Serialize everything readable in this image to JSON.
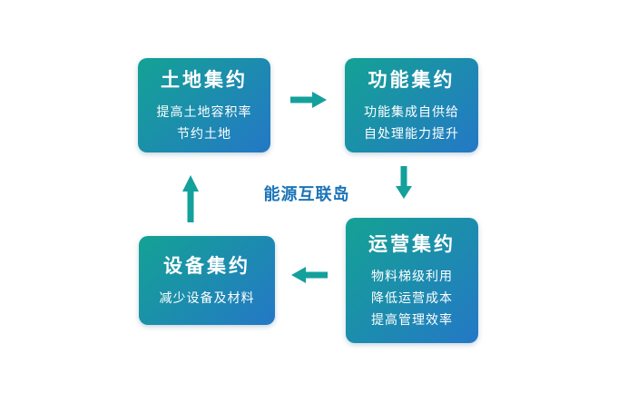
{
  "diagram": {
    "center_label": "能源互联岛",
    "colors": {
      "gradient_start": "#14a294",
      "gradient_end": "#2478c6",
      "arrow": "#14a09c",
      "center_text": "#1c74b8"
    },
    "boxes": [
      {
        "id": "land",
        "title": "土地集约",
        "lines": [
          "提高土地容积率",
          "节约土地"
        ]
      },
      {
        "id": "function",
        "title": "功能集约",
        "lines": [
          "功能集成自供给",
          "自处理能力提升"
        ]
      },
      {
        "id": "operation",
        "title": "运营集约",
        "lines": [
          "物料梯级利用",
          "降低运营成本",
          "提高管理效率"
        ]
      },
      {
        "id": "equipment",
        "title": "设备集约",
        "lines": [
          "减少设备及材料"
        ]
      }
    ],
    "arrows": [
      {
        "id": "right",
        "from": "land",
        "to": "function"
      },
      {
        "id": "down",
        "from": "function",
        "to": "operation"
      },
      {
        "id": "left",
        "from": "operation",
        "to": "equipment"
      },
      {
        "id": "up",
        "from": "equipment",
        "to": "land"
      }
    ]
  }
}
